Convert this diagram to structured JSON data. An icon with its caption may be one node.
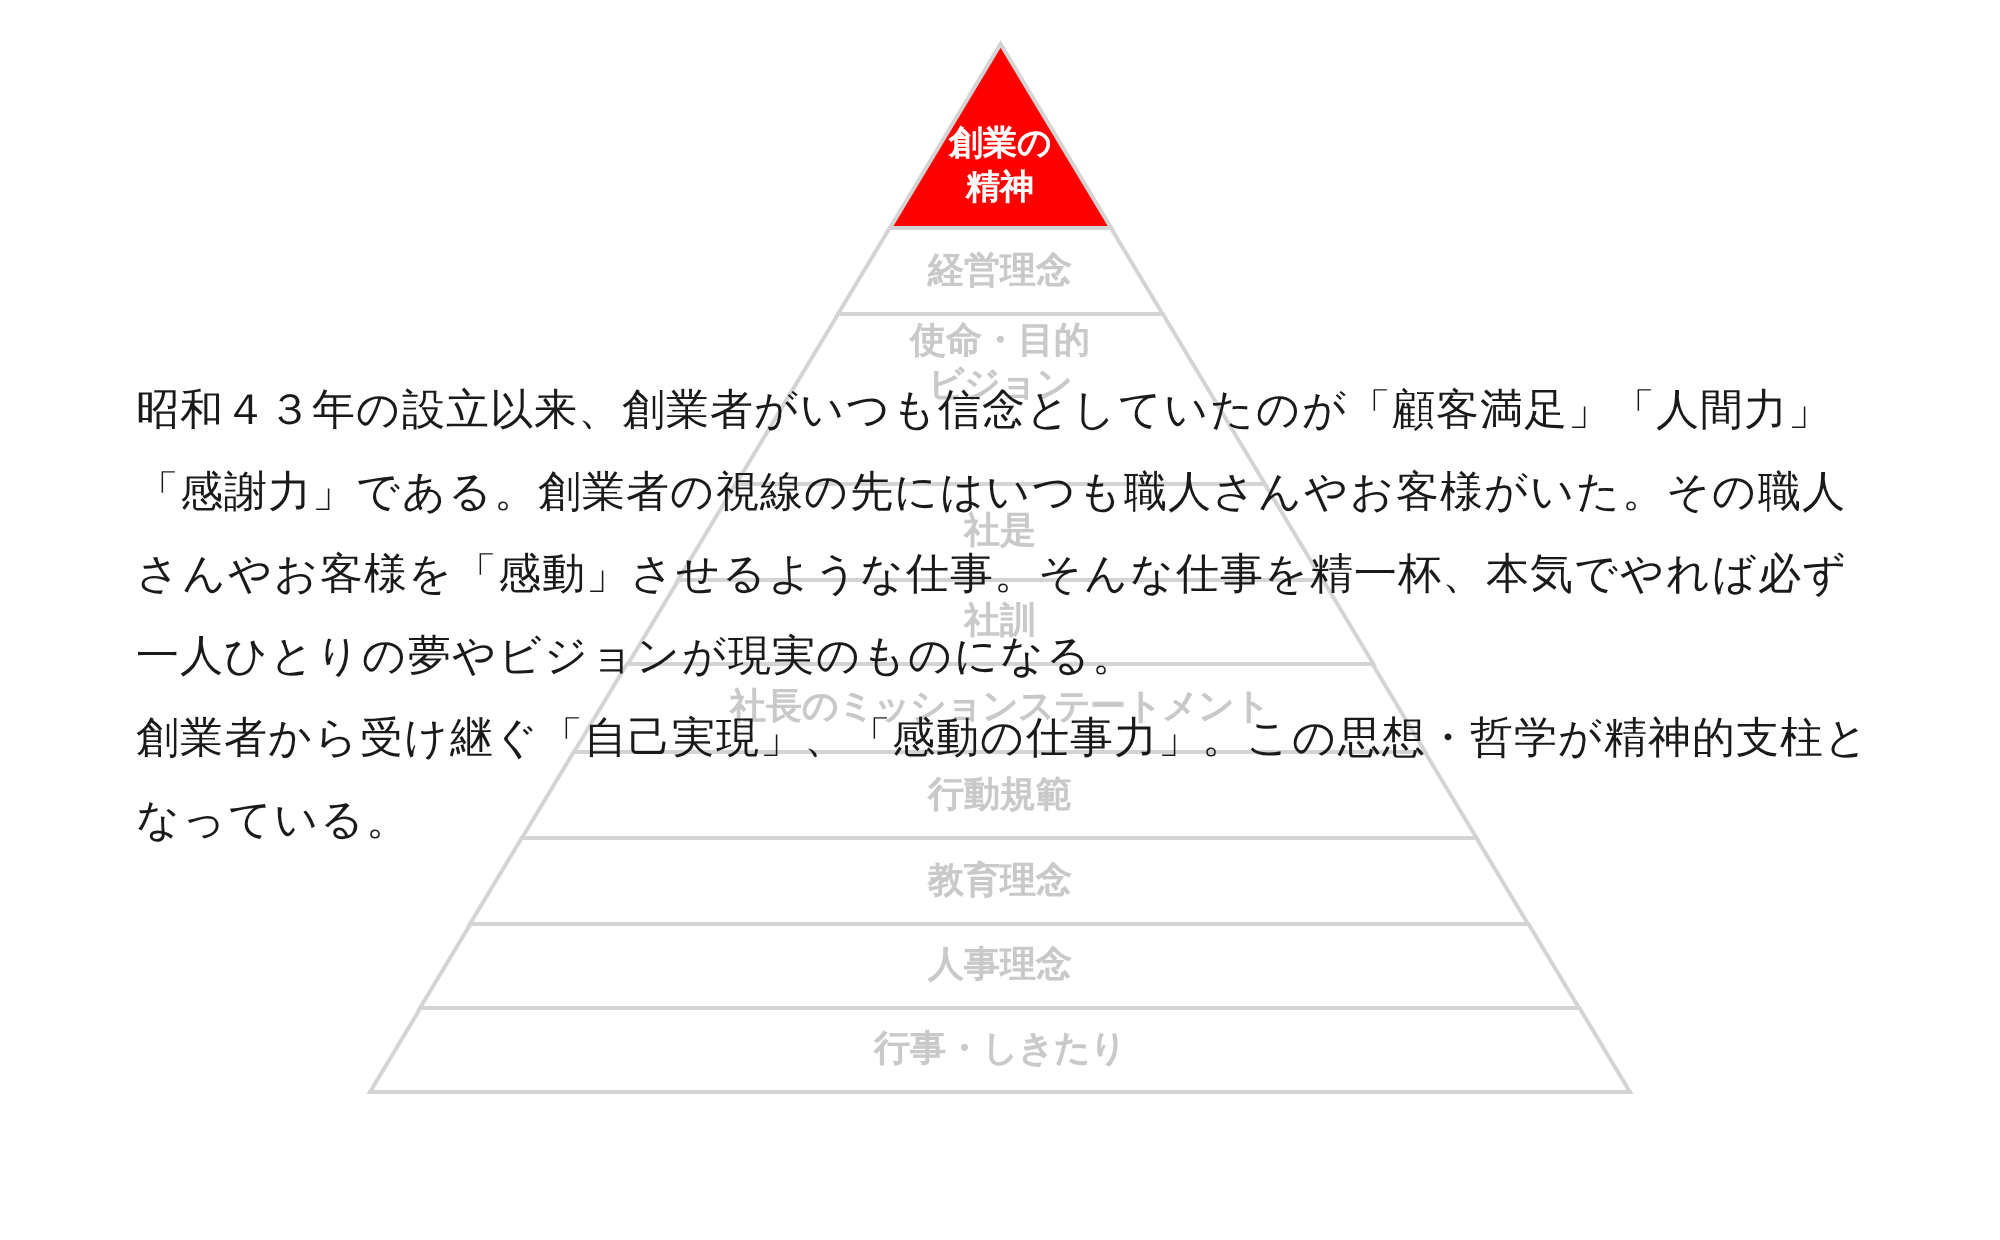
{
  "diagram": {
    "nodes": [
      {
        "text": [
          "創業の精神"
        ]
      },
      {
        "text": [
          "経営理念"
        ]
      },
      {
        "text": [
          "使命・目的",
          "ビジョン"
        ]
      },
      {
        "text": [
          "社是"
        ]
      },
      {
        "text": [
          "社訓"
        ]
      },
      {
        "text": [
          "社長のミッションステートメント"
        ]
      },
      {
        "text": [
          "行動規範"
        ]
      },
      {
        "text": [
          "教育理念"
        ]
      },
      {
        "text": [
          "人事理念"
        ]
      },
      {
        "text": [
          "行事・しきたり"
        ]
      }
    ],
    "labels": [
      "昭和４３年の設立以来、創業者がいつも信念としていたのが「顧客満足」「人間力」「感謝力」である。創業者の視線の先にはいつも職人さんやお客様がいた。その職人さんやお客様を「感動」させるような仕事。そんな仕事を精一杯、本気でやれば必ず一人ひとりの夢やビジョンが現実のものになる。",
      "創業者から受け継ぐ「自己実現」、「感動の仕事力」。この思想・哲学が精神的支柱となっている。"
    ]
  }
}
